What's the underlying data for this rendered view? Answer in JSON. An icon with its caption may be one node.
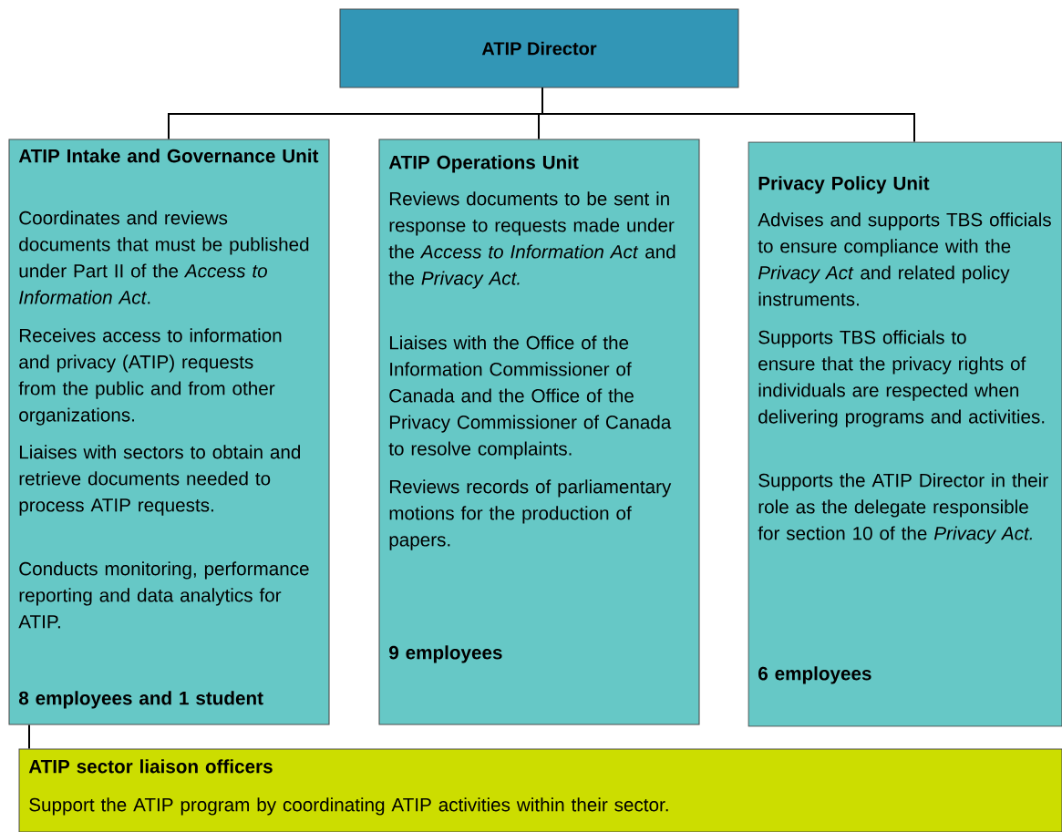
{
  "diagram": {
    "nodes": [
      {
        "text": [
          "ATIP Director"
        ]
      },
      {
        "text": [
          "ATIP Intake and Governance Unit",
          "Coordinates and reviews documents that must be published under Part II of the *Access to Information Act*.",
          "Receives access to information and privacy (ATIP) requests from the public and from other organizations.",
          "Liaises with sectors to obtain and retrieve documents needed to process ATIP requests.",
          "Conducts monitoring, performance reporting and data analytics for ATIP.",
          "8 employees and 1 student"
        ]
      },
      {
        "text": [
          "ATIP Operations Unit",
          "Reviews documents to be sent in response to requests made under the *Access to Information Act* and the *Privacy Act.*",
          "Liaises with the Office of the Information Commissioner of Canada and the Office of the Privacy Commissioner of Canada to resolve complaints.",
          "Reviews records of parliamentary motions for the production of papers.",
          "9 employees"
        ]
      },
      {
        "text": [
          "Privacy Policy Unit",
          "Advises and supports TBS officials to ensure compliance with the *Privacy Act* and related policy instruments.",
          "Supports TBS officials to ensure that the privacy rights of individuals are respected when delivering programs and activities.",
          "Supports the ATIP Director in their role as the delegate responsible for section 10 of the *Privacy Act.*",
          "6 employees"
        ]
      },
      {
        "text": [
          "ATIP sector liaison officers",
          "Support the ATIP program by coordinating ATIP activities within their sector."
        ]
      }
    ],
    "edges": [
      {
        "from": 0,
        "to": 1,
        "arrow": "none"
      },
      {
        "from": 0,
        "to": 2,
        "arrow": "none"
      },
      {
        "from": 0,
        "to": 3,
        "arrow": "none"
      },
      {
        "from": 1,
        "to": 4,
        "arrow": "none"
      }
    ]
  }
}
